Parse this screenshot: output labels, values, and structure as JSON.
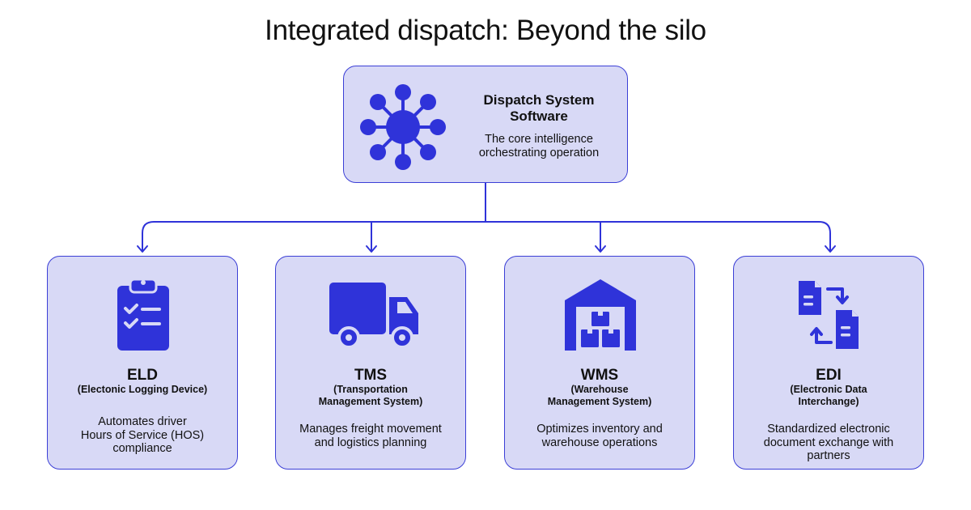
{
  "title": "Integrated dispatch: Beyond the silo",
  "colors": {
    "accent": "#2f33d9",
    "card_fill": "#d8d9f6",
    "card_border": "#3b3fd6"
  },
  "core": {
    "title_line1": "Dispatch System",
    "title_line2": "Software",
    "desc_line1": "The core intelligence",
    "desc_line2": "orchestrating operation",
    "icon": "network-hub-icon"
  },
  "systems": {
    "eld": {
      "title": "ELD",
      "subtitle_lines": [
        "(Electonic Logging Device)"
      ],
      "desc_lines": [
        "Automates driver",
        "Hours of Service (HOS)",
        "compliance"
      ],
      "icon": "clipboard-checklist-icon"
    },
    "tms": {
      "title": "TMS",
      "subtitle_lines": [
        "(Transportation",
        "Management System)"
      ],
      "desc_lines": [
        "Manages freight movement",
        "and logistics planning"
      ],
      "icon": "truck-icon"
    },
    "wms": {
      "title": "WMS",
      "subtitle_lines": [
        "(Warehouse",
        "Management System)"
      ],
      "desc_lines": [
        "Optimizes inventory and",
        "warehouse operations"
      ],
      "icon": "warehouse-icon"
    },
    "edi": {
      "title": "EDI",
      "subtitle_lines": [
        "(Electronic Data",
        "Interchange)"
      ],
      "desc_lines": [
        "Standardized electronic",
        "document exchange with",
        "partners"
      ],
      "icon": "document-exchange-icon"
    }
  }
}
